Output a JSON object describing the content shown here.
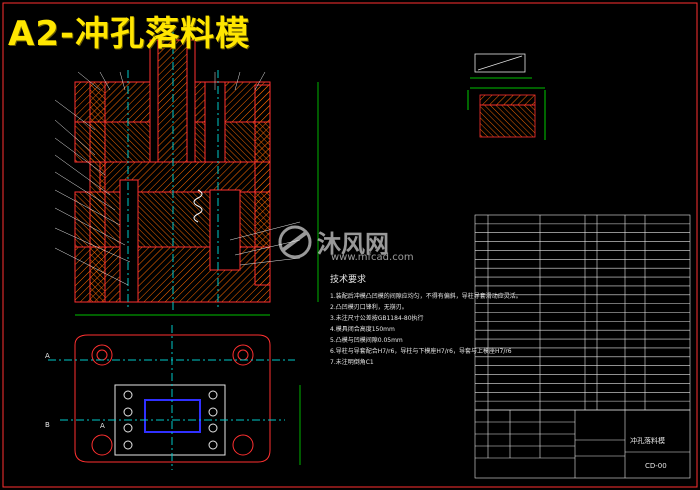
{
  "title": "A2-冲孔落料模",
  "notes": {
    "heading": "技术要求",
    "lines": [
      "1.装配后冲模凸凹模的间隙应均匀，不得有偏斜，导柱导套滑动应灵活。",
      "2.凸凹模刃口锋利，无崩刃。",
      "3.未注尺寸公差按GB1184-80执行",
      "4.模具闭合高度150mm",
      "5.凸模与凹模间隙0.05mm",
      "6.导柱与导套配合H7/r6，导柱与下模座H7/r6，导套与上模座H7/r6",
      "7.未注明倒角C1"
    ]
  },
  "watermark": {
    "text": "沐风网",
    "url": "www.mfcad.com"
  },
  "title_block": {
    "drawing_name": "冲孔落料模",
    "drawing_no": "CD-00"
  },
  "colors": {
    "background": "#000000",
    "title": "#ffe600",
    "outline": "#ff3030",
    "section_lines": "#ff8a00",
    "center_lines": "#00c8c8",
    "dimensions": "#00ff00",
    "text": "#e6e6e6",
    "blue_part": "#3030ff"
  }
}
